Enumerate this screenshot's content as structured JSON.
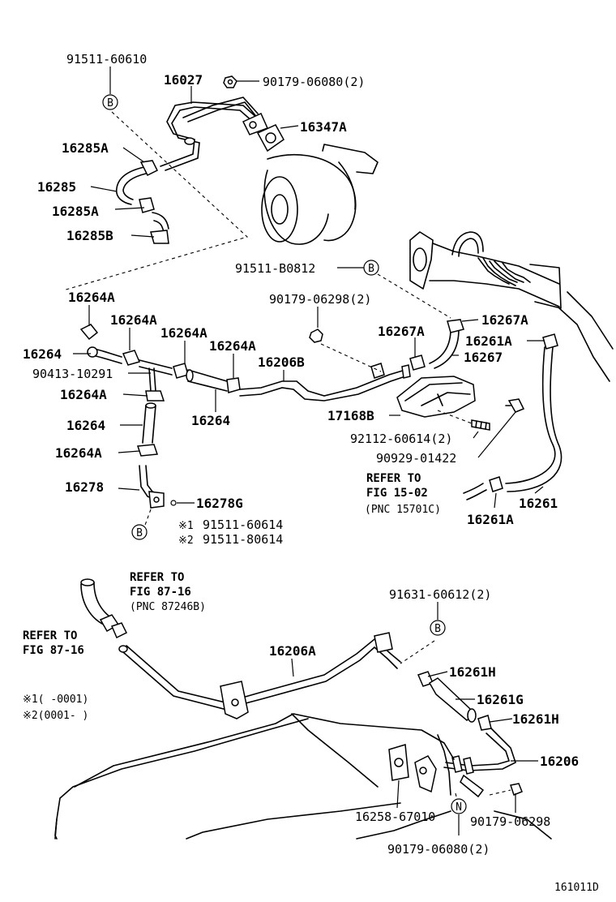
{
  "labels": {
    "p91511_60610": "91511-60610",
    "p16027": "16027",
    "p90179_06080_2_top": "90179-06080(2)",
    "p16347a": "16347A",
    "p16285a_1": "16285A",
    "p16285": "16285",
    "p16285a_2": "16285A",
    "p16285b": "16285B",
    "p91511_b0812": "91511-B0812",
    "p90179_06298_2": "90179-06298(2)",
    "p16264a_1": "16264A",
    "p16264a_2": "16264A",
    "p16264a_3": "16264A",
    "p16264a_4": "16264A",
    "p16264_1": "16264",
    "p90413_10291": "90413-10291",
    "p16206b": "16206B",
    "p16267a_1": "16267A",
    "p16267a_2": "16267A",
    "p16261a_1": "16261A",
    "p16267": "16267",
    "p16264a_5": "16264A",
    "p16264_2": "16264",
    "p17168b": "17168B",
    "p16264_3": "16264",
    "p92112_60614_2": "92112-60614(2)",
    "p16264a_6": "16264A",
    "p90929_01422": "90929-01422",
    "p16278": "16278",
    "p16278g": "16278G",
    "p16261": "16261",
    "p16261a_2": "16261A",
    "note1_part": "91511-60614",
    "note2_part": "91511-80614",
    "note1_mark": "※1",
    "note2_mark": "※2",
    "refer1_line1": "REFER TO",
    "refer1_line2": "FIG 15-02",
    "refer1_line3": "(PNC 15701C)",
    "refer2_line1": "REFER TO",
    "refer2_line2": "FIG 87-16",
    "refer2_line3": "(PNC 87246B)",
    "refer3_line1": "REFER TO",
    "refer3_line2": "FIG 87-16",
    "p91631_60612_2": "91631-60612(2)",
    "p16206a": "16206A",
    "p16261h_1": "16261H",
    "p16261g": "16261G",
    "p16261h_2": "16261H",
    "p16206": "16206",
    "p16258_67010": "16258-67010",
    "p90179_06298": "90179-06298",
    "p90179_06080_2_bot": "90179-06080(2)",
    "date_note1": "※1(     -0001)",
    "date_note2": "※2(0001-     )",
    "callout_b": "B",
    "callout_n": "N",
    "figure_code": "161011D"
  }
}
